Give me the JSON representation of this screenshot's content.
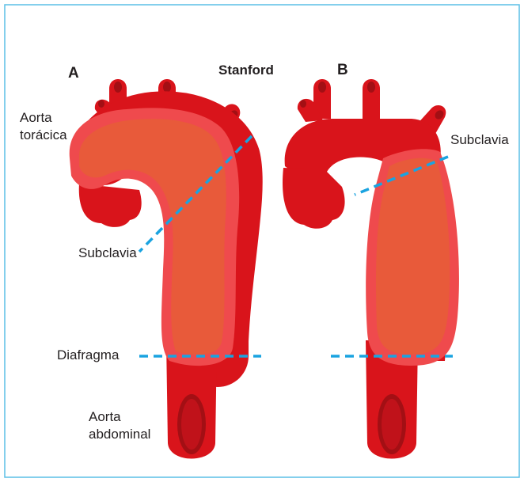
{
  "labels": {
    "panel_a": "A",
    "panel_b": "B",
    "title": "Stanford",
    "aorta_toracica_line1": "Aorta",
    "aorta_toracica_line2": "torácica",
    "subclavia_a": "Subclavia",
    "subclavia_b": "Subclavia",
    "diafragma": "Diafragma",
    "aorta_abdominal_line1": "Aorta",
    "aorta_abdominal_line2": "abdominal"
  },
  "colors": {
    "frame_border": "#5bbfe6",
    "vessel": "#d9141b",
    "vessel_dark": "#a30f14",
    "dissection_outer": "#ef4a4d",
    "dissection_inner": "#e85a3a",
    "dashed_line": "#1aa3e0",
    "text": "#231f20"
  },
  "icons": {
    "panel_a_diagram": "aortic-dissection-type-a-icon",
    "panel_b_diagram": "aortic-dissection-type-b-icon"
  }
}
